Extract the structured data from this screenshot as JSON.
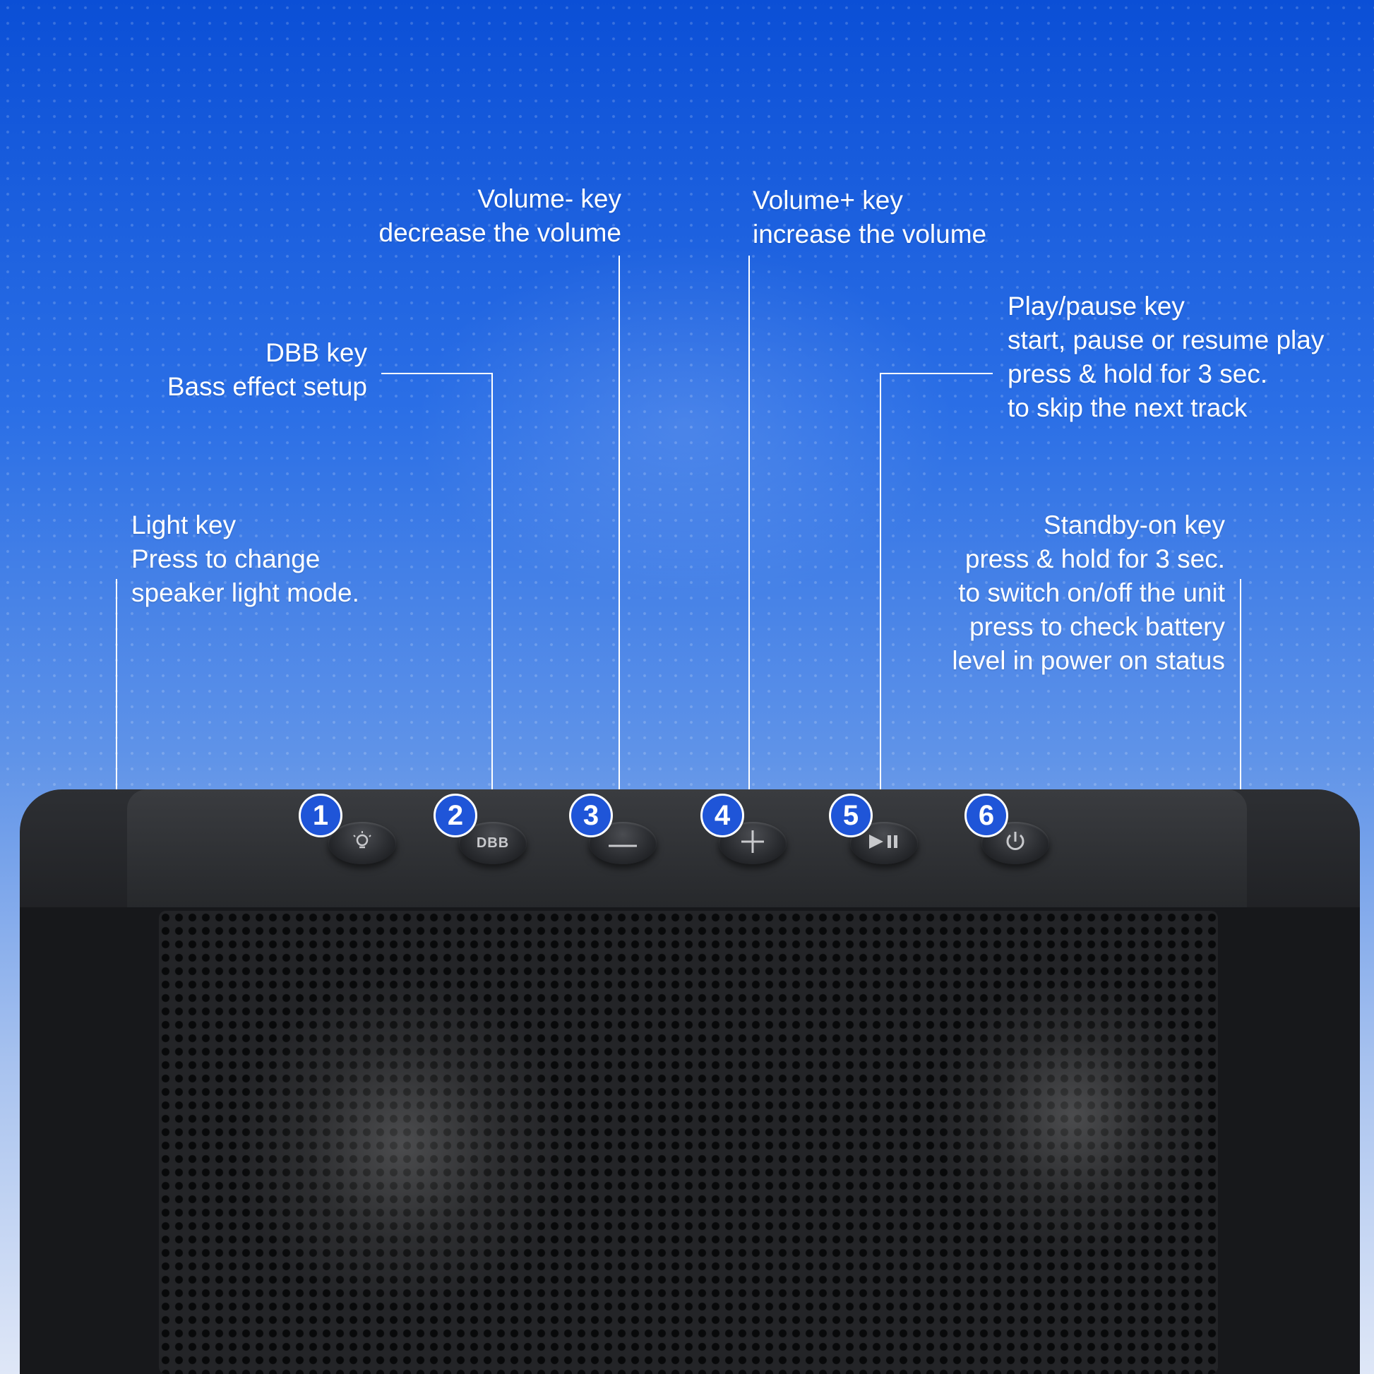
{
  "labels": {
    "volume_minus": {
      "line1": "Volume- key",
      "line2": "decrease the volume"
    },
    "volume_plus": {
      "line1": "Volume+ key",
      "line2": "increase the volume"
    },
    "dbb": {
      "line1": "DBB key",
      "line2": "Bass effect setup"
    },
    "play_pause": {
      "line1": "Play/pause key",
      "line2": "start, pause or resume play",
      "line3": "press & hold for 3 sec.",
      "line4": "to skip the next track"
    },
    "light": {
      "line1": "Light key",
      "line2": "Press to change",
      "line3": "speaker light mode."
    },
    "standby": {
      "line1": "Standby-on key",
      "line2": "press & hold for 3 sec.",
      "line3": "to switch on/off the unit",
      "line4": "press to check battery",
      "line5": "level in power on status"
    }
  },
  "buttons": {
    "b1": {
      "number": "1",
      "icon": "bulb-icon"
    },
    "b2": {
      "number": "2",
      "icon_text": "DBB"
    },
    "b3": {
      "number": "3",
      "icon": "minus-icon"
    },
    "b4": {
      "number": "4",
      "icon": "plus-icon"
    },
    "b5": {
      "number": "5",
      "icon": "play-pause-icon"
    },
    "b6": {
      "number": "6",
      "icon": "power-icon"
    }
  },
  "colors": {
    "badge": "#1f55d8",
    "background_top": "#0b4fd6",
    "speaker": "#1c1d20"
  }
}
